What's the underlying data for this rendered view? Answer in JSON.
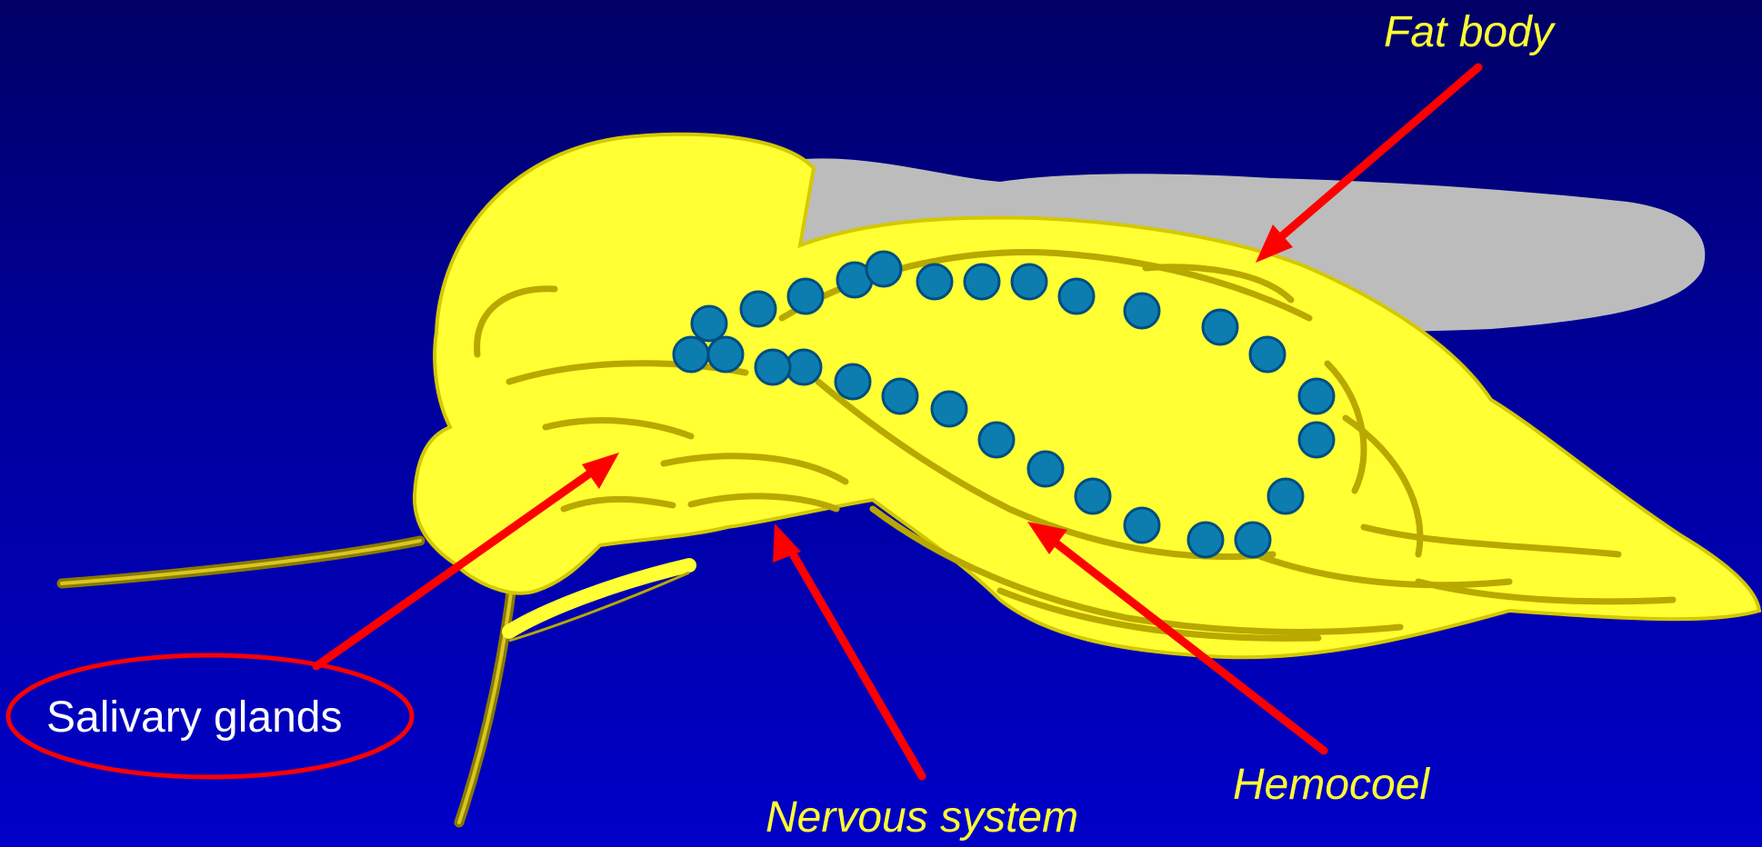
{
  "labels": {
    "fat_body": "Fat body",
    "hemocoel": "Hemocoel",
    "nervous_system": "Nervous system",
    "salivary_glands": "Salivary glands"
  },
  "colors": {
    "background_top": "#000066",
    "background_bottom": "#0000c8",
    "body": "#ffff33",
    "outline": "#b8a800",
    "wing": "#bcbcbc",
    "arrow": "#ff0000",
    "italic_label": "#ffff33",
    "highlight_label": "#ffffff"
  }
}
